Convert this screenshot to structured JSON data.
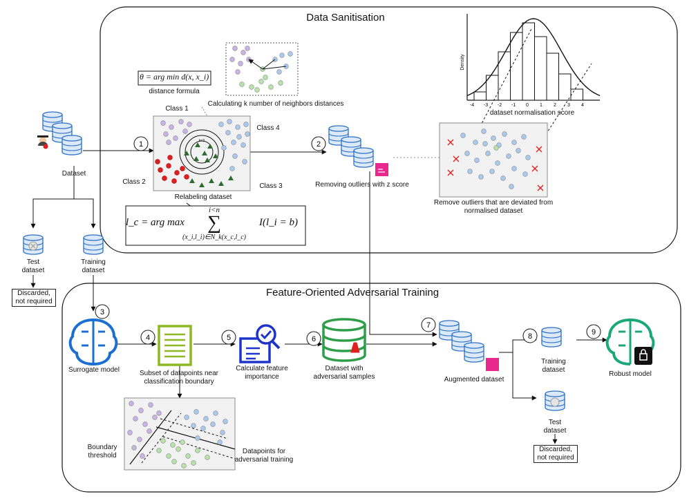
{
  "sections": {
    "sanitisation_title": "Data Sanitisation",
    "adversarial_title": "Feature-Oriented Adversarial Training"
  },
  "steps": [
    "1",
    "2",
    "3",
    "4",
    "5",
    "6",
    "7",
    "8",
    "9"
  ],
  "labels": {
    "dataset": "Dataset",
    "test_dataset_top": "Test\ndataset",
    "training_dataset_top": "Training\ndataset",
    "discarded_top": "Discarded,\nnot required",
    "distance_formula_caption": "distance formula",
    "knn_caption": "Calculating k number of neighbors distances",
    "class1": "Class 1",
    "class2": "Class 2",
    "class3": "Class 3",
    "class4": "Class 4",
    "relabeling": "Relabeling dataset",
    "removing_outliers": "Removing outliers with z score",
    "density_axis": "Density",
    "norm_score": "dataset normalisation score",
    "remove_outliers_note": "Remove outliers that are deviated from\nnormalised dataset",
    "surrogate": "Surrogate model",
    "subset": "Subset of datapoints near\nclassification boundary",
    "feature_importance": "Calculate feature\nimportance",
    "adv_dataset": "Dataset with\nadversarial samples",
    "augmented": "Augmented dataset",
    "training_dataset_bottom": "Training\ndataset",
    "test_dataset_bottom": "Test\ndataset",
    "discarded_bottom": "Discarded,\nnot required",
    "robust": "Robust model",
    "boundary_threshold": "Boundary\nthreshold",
    "datapoints_adv": "Datapoints for\nadversarial training"
  },
  "formulas": {
    "theta": "θ = arg min  d(x, x_i)",
    "lc_left": "l_c = arg max",
    "lc_sum_top": "i<n",
    "lc_sum_bottom": "(x_i,l_i)∈N_k(x_c,l_c)",
    "lc_right": "I(l_i = b)"
  },
  "histogram_ticks": [
    "-4",
    "-3",
    "-2",
    "-1",
    "0",
    "1",
    "2",
    "3",
    "4"
  ],
  "colors": {
    "db_fill": "#dbe9fb",
    "db_stroke": "#2b6fc4",
    "purple": "#c9b3e6",
    "red": "#e01f1f",
    "green": "#b6e3a8",
    "blue": "#a9c9ef",
    "darkgreen": "#2e6b2e",
    "pink": "#e8278f",
    "surrogate_blue": "#1a6fd1",
    "doc_green": "#8cb822",
    "adv_green": "#2e9e48",
    "robust_teal": "#1aa87a"
  }
}
